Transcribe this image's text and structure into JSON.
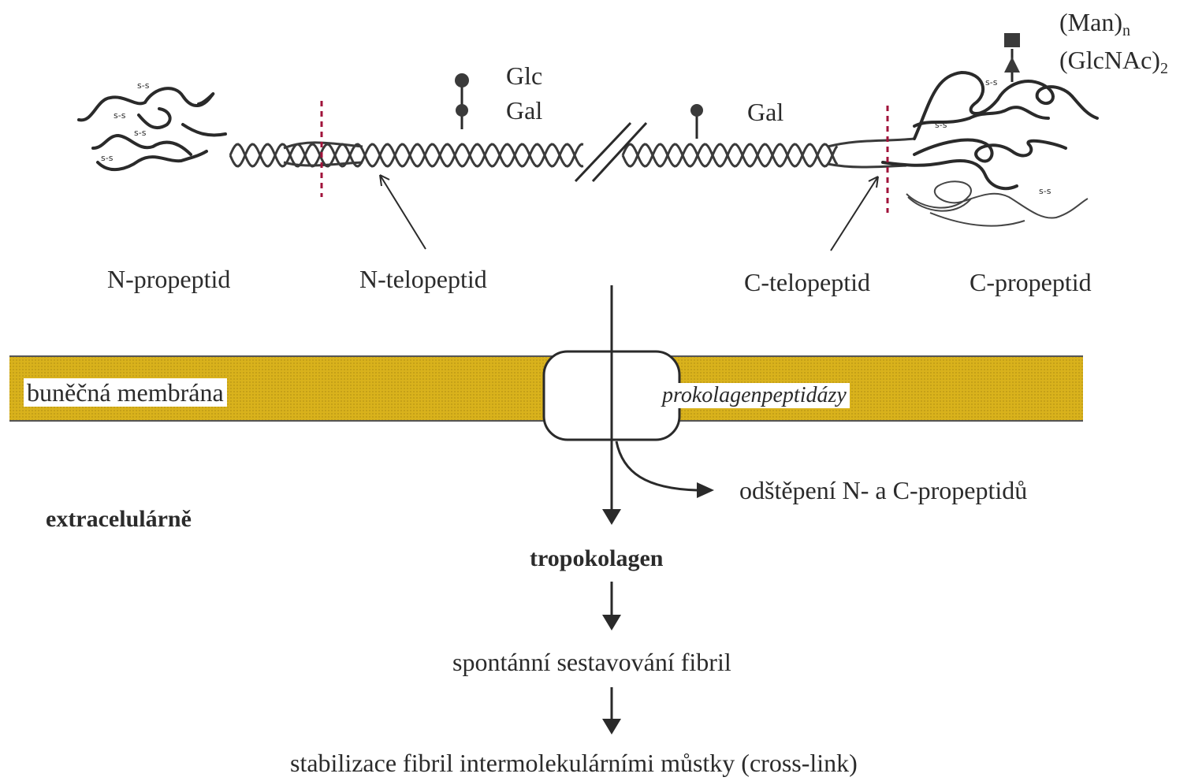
{
  "top_labels": {
    "man": "(Man)",
    "man_sub": "n",
    "glcnac": "(GlcNAc)",
    "glcnac_sub": "2",
    "glc": "Glc",
    "gal_left": "Gal",
    "gal_right": "Gal"
  },
  "regions": {
    "n_propeptid": "N-propeptid",
    "n_telopeptid": "N-telopeptid",
    "c_telopeptid": "C-telopeptid",
    "c_propeptid": "C-propeptid"
  },
  "membrane": {
    "label": "buněčná membrána",
    "enzyme": "prokolagenpeptidázy",
    "color": "#d9b21c"
  },
  "side_label": "extracelulárně",
  "cleavage": "odštěpení N- a C-propeptidů",
  "flow": {
    "step1": "tropokolagen",
    "step2": "spontánní sestavování fibril",
    "step3": "stabilizace fibril intermolekulárními můstky (cross-link)"
  },
  "disulfide": "s-s"
}
